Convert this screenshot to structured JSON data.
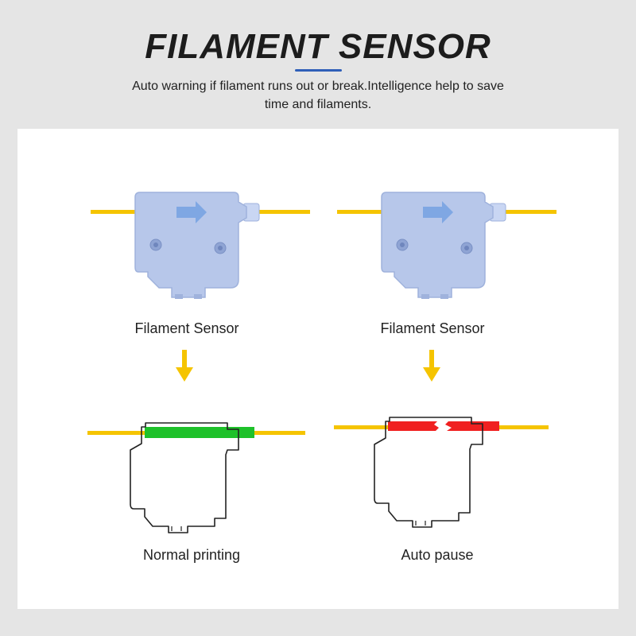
{
  "header": {
    "title": "FILAMENT SENSOR",
    "subtitle": "Auto warning if filament runs out or break.Intelligence help to save time and filaments."
  },
  "left_column": {
    "device_label": "Filament Sensor",
    "state_label": "Normal printing"
  },
  "right_column": {
    "device_label": "Filament Sensor",
    "state_label": "Auto pause"
  },
  "colors": {
    "filament": "#f5c400",
    "normal_state": "#1ec12a",
    "pause_state": "#f02020",
    "arrow": "#f5c400",
    "accent_underline": "#2f5fb8",
    "sensor_body": "#b7c7ea"
  }
}
